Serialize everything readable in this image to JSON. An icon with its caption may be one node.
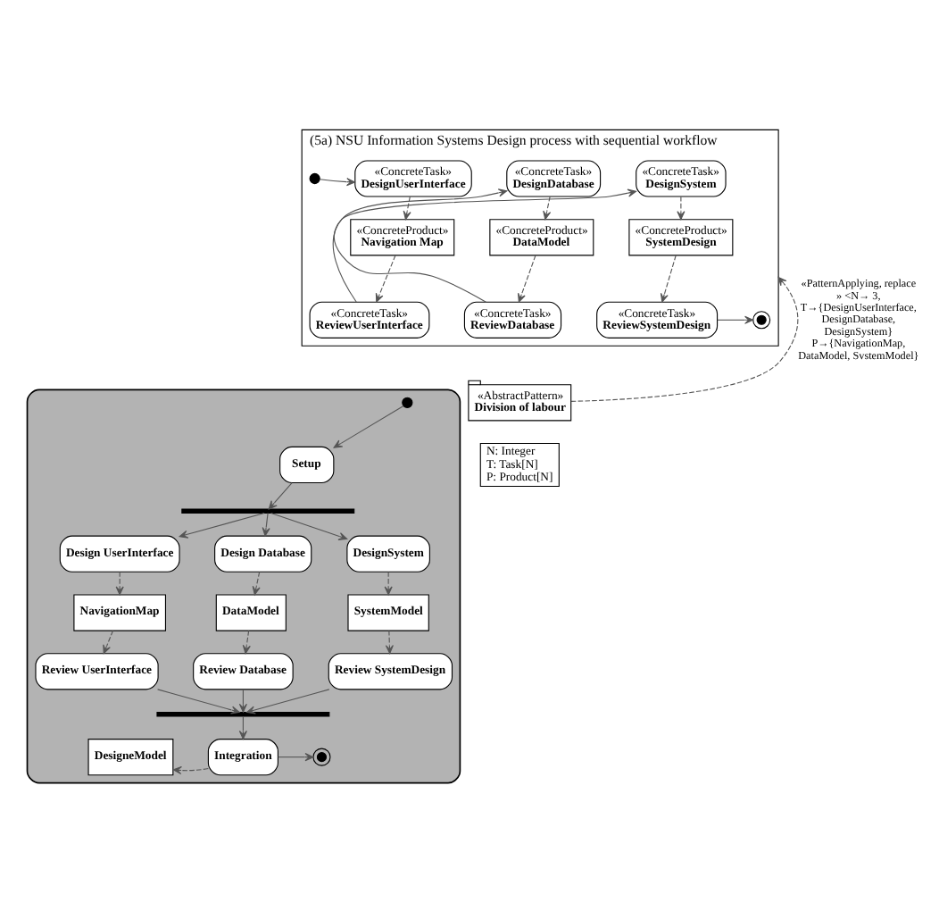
{
  "diagram": {
    "nodes": [
      {
        "text": [
          "(5a) NSU Information Systems Design process with sequential workflow"
        ]
      },
      {
        "text": [],
        "shape": "circle",
        "in": 0
      },
      {
        "text": [
          "«ConcreteTask»",
          "DesignUserInterface"
        ],
        "in": 0
      },
      {
        "text": [
          "«ConcreteProduct»",
          "Navigation Map"
        ],
        "in": 0
      },
      {
        "text": [
          "«ConcreteTask»",
          "ReviewUserInterface"
        ],
        "in": 0
      },
      {
        "text": [
          "«ConcreteTask»",
          "DesignDatabase"
        ],
        "in": 0
      },
      {
        "text": [
          "«ConcreteProduct»",
          "DataModel"
        ],
        "in": 0
      },
      {
        "text": [
          "«ConcreteTask»",
          "ReviewDatabase"
        ],
        "in": 0
      },
      {
        "text": [
          "«ConcreteTask»",
          "DesignSystem"
        ],
        "in": 0
      },
      {
        "text": [
          "«ConcreteProduct»",
          "SystemDesign"
        ],
        "in": 0
      },
      {
        "text": [
          "«ConcreteTask»",
          "ReviewSystemDesign"
        ],
        "in": 0
      },
      {
        "text": [],
        "shape": "circle",
        "in": 0
      },
      {
        "text": [
          "«AbstractPattern»",
          "Division of labour"
        ]
      },
      {
        "text": [
          "N: Integer",
          "T: Task[N]",
          "P: Product[N]"
        ]
      },
      {
        "text": [],
        "shape": "box"
      },
      {
        "text": [],
        "shape": "circle",
        "in": 14
      },
      {
        "text": [
          "Setup"
        ],
        "in": 14
      },
      {
        "text": [],
        "shape": "bar",
        "in": 14
      },
      {
        "text": [
          "Design UserInterface"
        ],
        "in": 14
      },
      {
        "text": [
          "Design Database"
        ],
        "in": 14
      },
      {
        "text": [
          "DesignSystem"
        ],
        "in": 14
      },
      {
        "text": [
          "NavigationMap"
        ],
        "in": 14
      },
      {
        "text": [
          "DataModel"
        ],
        "in": 14
      },
      {
        "text": [
          "SystemModel"
        ],
        "in": 14
      },
      {
        "text": [
          "Review UserInterface"
        ],
        "in": 14
      },
      {
        "text": [
          "Review Database"
        ],
        "in": 14
      },
      {
        "text": [
          "Review SystemDesign"
        ],
        "in": 14
      },
      {
        "text": [],
        "shape": "bar",
        "in": 14
      },
      {
        "text": [
          "DesigneModel"
        ],
        "in": 14
      },
      {
        "text": [
          "Integration"
        ],
        "in": 14
      },
      {
        "text": [],
        "shape": "circle",
        "in": 14
      }
    ],
    "edges": [
      {
        "from": 1,
        "to": 2,
        "arrow": "to"
      },
      {
        "from": 2,
        "to": 3,
        "arrow": "to",
        "style": "dashed"
      },
      {
        "from": 3,
        "to": 4,
        "arrow": "to",
        "style": "dashed"
      },
      {
        "from": 4,
        "to": 5,
        "arrow": "to"
      },
      {
        "from": 5,
        "to": 6,
        "arrow": "to",
        "style": "dashed"
      },
      {
        "from": 6,
        "to": 7,
        "arrow": "to",
        "style": "dashed"
      },
      {
        "from": 7,
        "to": 8,
        "arrow": "to"
      },
      {
        "from": 8,
        "to": 9,
        "arrow": "to",
        "style": "dashed"
      },
      {
        "from": 9,
        "to": 10,
        "arrow": "to",
        "style": "dashed"
      },
      {
        "from": 10,
        "to": 11,
        "arrow": "to"
      },
      {
        "from": 12,
        "to": 0,
        "arrow": "to",
        "style": "dashed",
        "label": "«PatternApplying, replace » <N→ 3, T→{DesignUserInterface, DesignDatabase, DesignSystem} P→{NavigationMap, DataModel, SvstemModel}"
      },
      {
        "from": 15,
        "to": 16,
        "arrow": "to"
      },
      {
        "from": 16,
        "to": 17,
        "arrow": "to"
      },
      {
        "from": 17,
        "to": 18,
        "arrow": "to"
      },
      {
        "from": 17,
        "to": 19,
        "arrow": "to"
      },
      {
        "from": 17,
        "to": 20,
        "arrow": "to"
      },
      {
        "from": 18,
        "to": 21,
        "arrow": "to",
        "style": "dashed"
      },
      {
        "from": 19,
        "to": 22,
        "arrow": "to",
        "style": "dashed"
      },
      {
        "from": 20,
        "to": 23,
        "arrow": "to",
        "style": "dashed"
      },
      {
        "from": 21,
        "to": 24,
        "arrow": "to",
        "style": "dashed"
      },
      {
        "from": 22,
        "to": 25,
        "arrow": "to",
        "style": "dashed"
      },
      {
        "from": 23,
        "to": 26,
        "arrow": "to",
        "style": "dashed"
      },
      {
        "from": 24,
        "to": 27,
        "arrow": "to"
      },
      {
        "from": 25,
        "to": 27,
        "arrow": "to"
      },
      {
        "from": 26,
        "to": 27,
        "arrow": "to"
      },
      {
        "from": 27,
        "to": 29,
        "arrow": "to"
      },
      {
        "from": 29,
        "to": 28,
        "arrow": "to",
        "style": "dashed"
      },
      {
        "from": 29,
        "to": 30,
        "arrow": "to"
      }
    ]
  }
}
